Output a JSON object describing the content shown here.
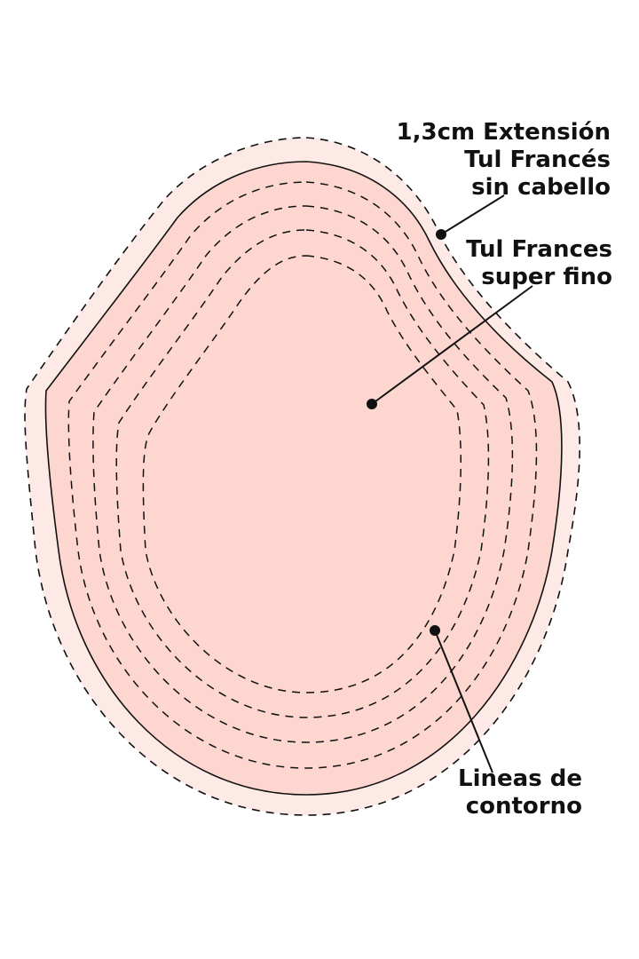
{
  "colors": {
    "background": "#ffffff",
    "extension_fill": "#fde9e5",
    "base_fill": "#fcd6cf",
    "line": "#111111"
  },
  "labels": {
    "extension": [
      "1,3cm Extensión",
      "Tul Francés",
      "sin cabello"
    ],
    "fine_lace": [
      "Tul Frances",
      "super fino"
    ],
    "contour_lines": [
      "Lineas de",
      "contorno"
    ]
  }
}
